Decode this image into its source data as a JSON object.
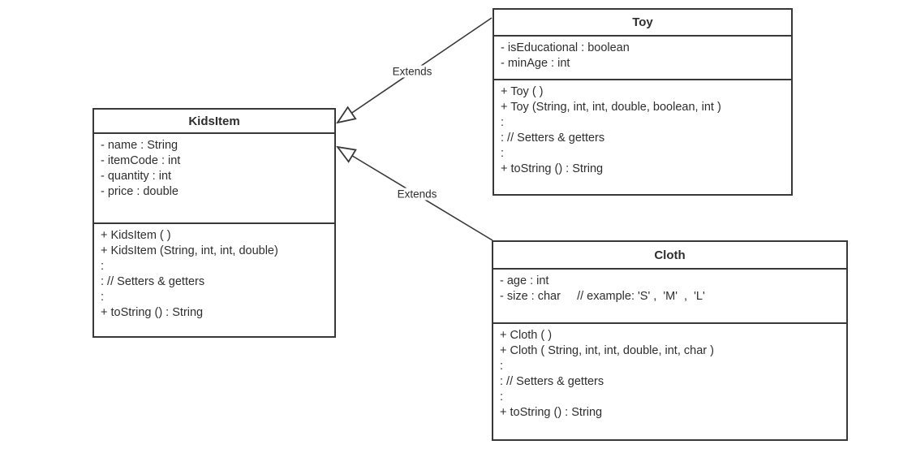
{
  "diagram": {
    "colors": {
      "background": "#ffffff",
      "stroke": "#383838",
      "text": "#2e2e2e"
    }
  },
  "classes": [
    {
      "name": "KidsItem",
      "attributes": [
        "- name : String",
        "- itemCode : int",
        "- quantity : int",
        "- price : double"
      ],
      "methods": [
        "+ KidsItem ( )",
        "+ KidsItem (String, int, int, double)",
        ":",
        ": // Setters & getters",
        ":",
        "+ toString () : String"
      ]
    },
    {
      "name": "Toy",
      "attributes": [
        "- isEducational : boolean",
        "- minAge : int"
      ],
      "methods": [
        "+ Toy ( )",
        "+ Toy (String, int, int, double, boolean, int )",
        ":",
        ": // Setters & getters",
        ":",
        "+ toString () : String"
      ]
    },
    {
      "name": "Cloth",
      "attributes": [
        "- age : int",
        "- size : char     // example: 'S' ,  'M'  ,  'L'"
      ],
      "methods": [
        "+ Cloth ( )",
        "+ Cloth ( String, int, int, double, int, char )",
        ":",
        ": // Setters & getters",
        ":",
        "+ toString () : String"
      ]
    }
  ],
  "relationships": [
    {
      "from": "Toy",
      "to": "KidsItem",
      "type": "generalization",
      "label": "Extends"
    },
    {
      "from": "Cloth",
      "to": "KidsItem",
      "type": "generalization",
      "label": "Extends"
    }
  ]
}
